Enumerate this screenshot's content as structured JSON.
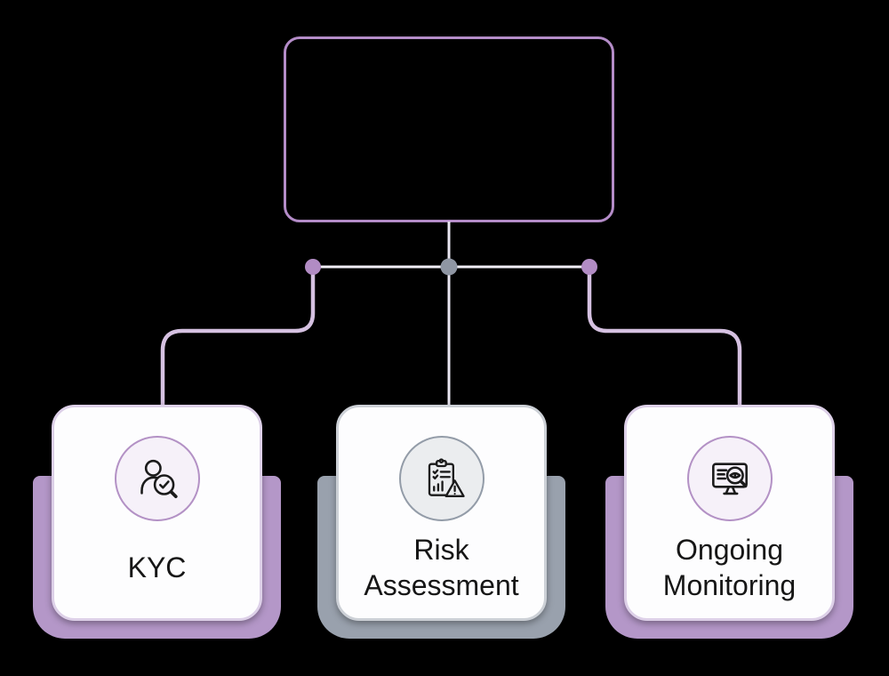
{
  "diagram": {
    "root_node": {
      "label": ""
    },
    "cards": [
      {
        "label": "KYC",
        "icon": "person-check-magnifier-icon",
        "theme": "purple"
      },
      {
        "label": "Risk Assessment",
        "icon": "clipboard-warning-icon",
        "theme": "gray"
      },
      {
        "label": "Ongoing Monitoring",
        "icon": "monitor-eye-magnifier-icon",
        "theme": "purple"
      }
    ],
    "connectors": {
      "junction_dots": [
        {
          "name": "left-dot",
          "color": "#b28cc4"
        },
        {
          "name": "center-dot",
          "color": "#8f96a3"
        },
        {
          "name": "right-dot",
          "color": "#b28cc4"
        }
      ]
    },
    "theme": {
      "box-border": "#b48cc8",
      "accent-purple": "#b497c8",
      "accent-gray": "#99a1ad",
      "card-border-purple": "#ddd0e8",
      "card-border-gray": "#ccd0d6",
      "circle-fill-purple": "#f6f1f9",
      "circle-fill-gray": "#ebedef",
      "circle-border-purple": "#b391c5",
      "circle-border-gray": "#939ca8",
      "line-light": "#eae7f2",
      "line-purple": "#d5c1e1",
      "dot-purple": "#b28cc4",
      "dot-gray": "#8f96a3",
      "icon-stroke": "#1b1b1b",
      "background": "#000000"
    }
  }
}
